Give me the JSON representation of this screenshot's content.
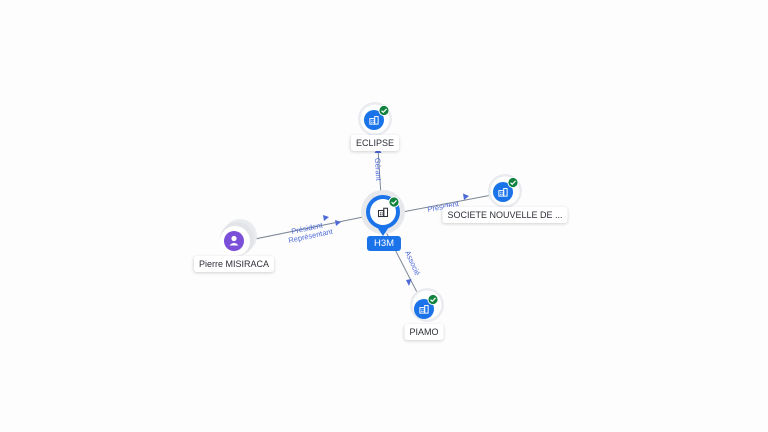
{
  "graph": {
    "center": {
      "label": "H3M",
      "icon": "building-icon",
      "verified": true
    },
    "nodes": [
      {
        "id": "eclipse",
        "label": "ECLIPSE",
        "type": "company",
        "icon": "building-icon",
        "verified": true
      },
      {
        "id": "societe",
        "label": "SOCIETE NOUVELLE DE ...",
        "type": "company",
        "icon": "building-icon",
        "verified": true
      },
      {
        "id": "piamo",
        "label": "PIAMO",
        "type": "company",
        "icon": "building-icon",
        "verified": true
      },
      {
        "id": "pierre",
        "label": "Pierre MISIRACA",
        "type": "person",
        "icon": "person-icon",
        "verified": false
      }
    ],
    "edges": [
      {
        "from": "center",
        "to": "eclipse",
        "labels": [
          "Gérant"
        ]
      },
      {
        "from": "center",
        "to": "societe",
        "labels": [
          "Président"
        ]
      },
      {
        "from": "center",
        "to": "piamo",
        "labels": [
          "Associé"
        ]
      },
      {
        "from": "pierre",
        "to": "center",
        "labels": [
          "Président",
          "Représentant"
        ]
      }
    ]
  },
  "colors": {
    "company_icon": "#1a73e8",
    "person_icon": "#7b4fd8",
    "verified_badge": "#12833f",
    "edge_label": "#4e6ad6",
    "edge_line": "#7d8796"
  }
}
